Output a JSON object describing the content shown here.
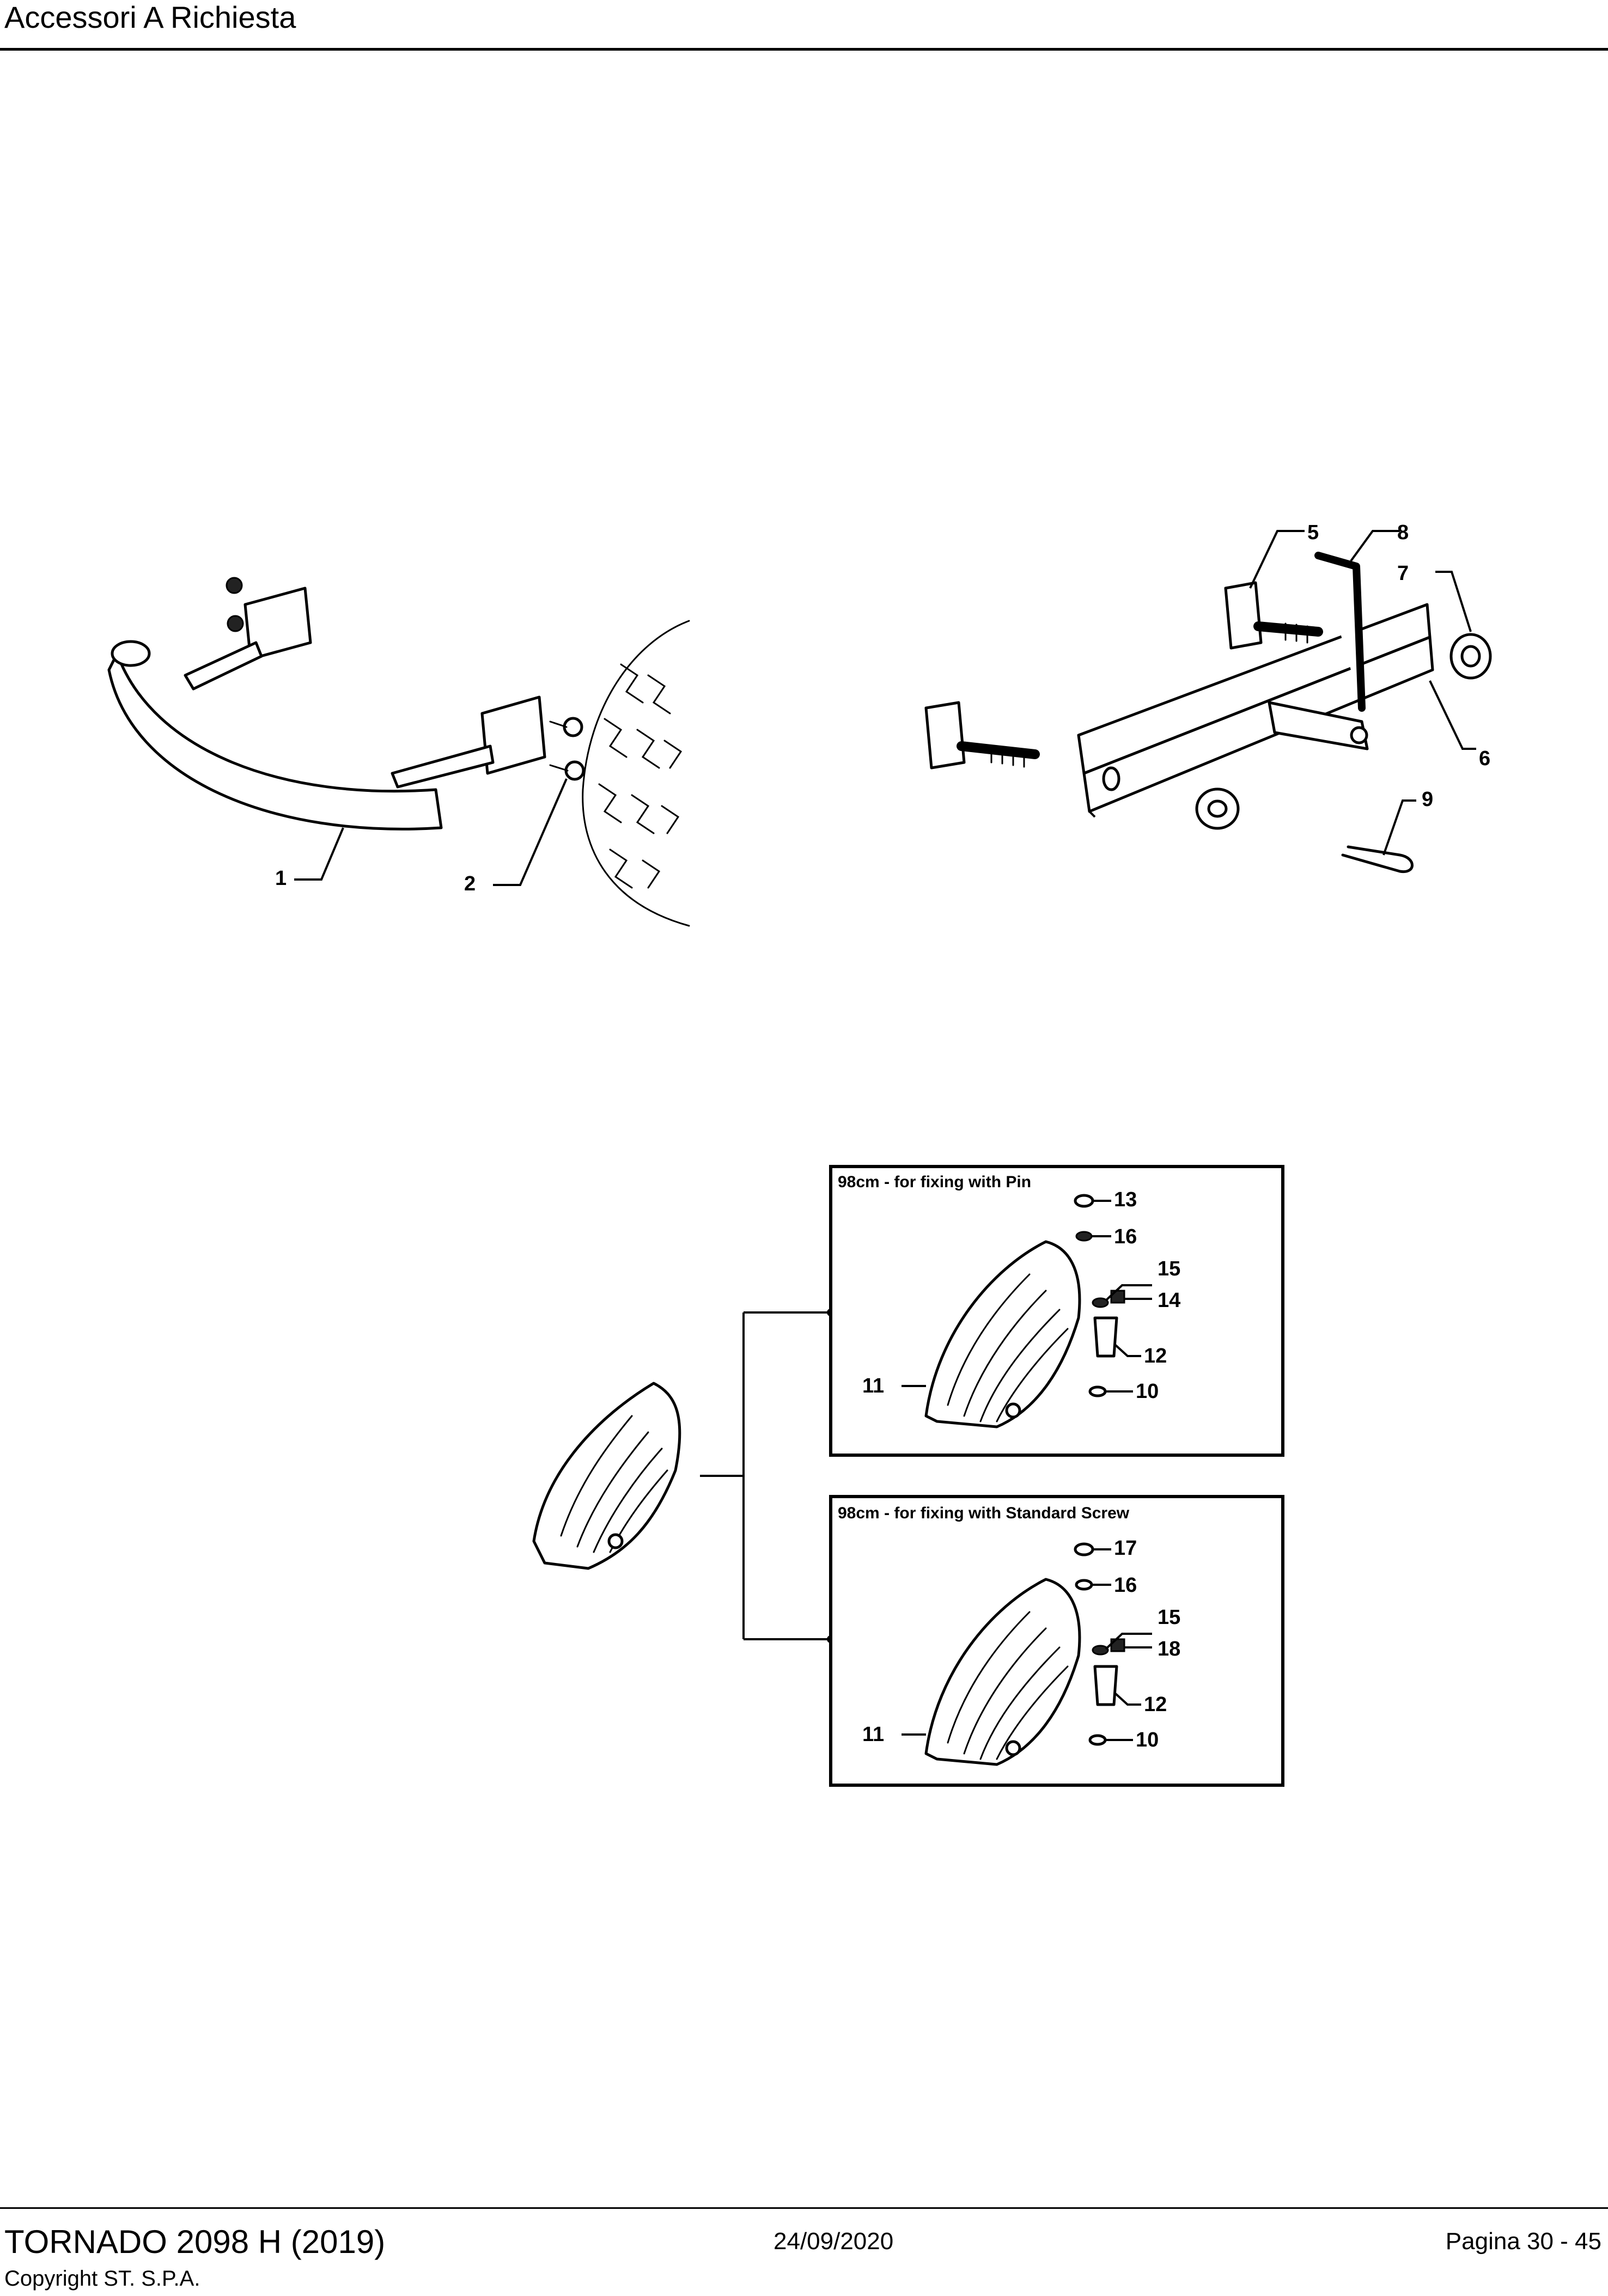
{
  "header": {
    "title": "Accessori A Richiesta"
  },
  "footer": {
    "model": "TORNADO 2098 H (2019)",
    "copyright": "Copyright ST. S.P.A.",
    "date": "24/09/2020",
    "page": "Pagina 30 - 45"
  },
  "callouts": {
    "c1": "1",
    "c2": "2",
    "c5": "5",
    "c6": "6",
    "c7": "7",
    "c8": "8",
    "c9": "9",
    "box_a": {
      "c13": "13",
      "c16": "16",
      "c15": "15",
      "c14": "14",
      "c12": "12",
      "c10": "10",
      "c11": "11"
    },
    "box_b": {
      "c17": "17",
      "c16": "16",
      "c15": "15",
      "c18": "18",
      "c12": "12",
      "c10": "10",
      "c11": "11"
    }
  },
  "boxes": {
    "box_a_title": "98cm - for fixing with Pin",
    "box_b_title": "98cm - for fixing with Standard Screw"
  }
}
